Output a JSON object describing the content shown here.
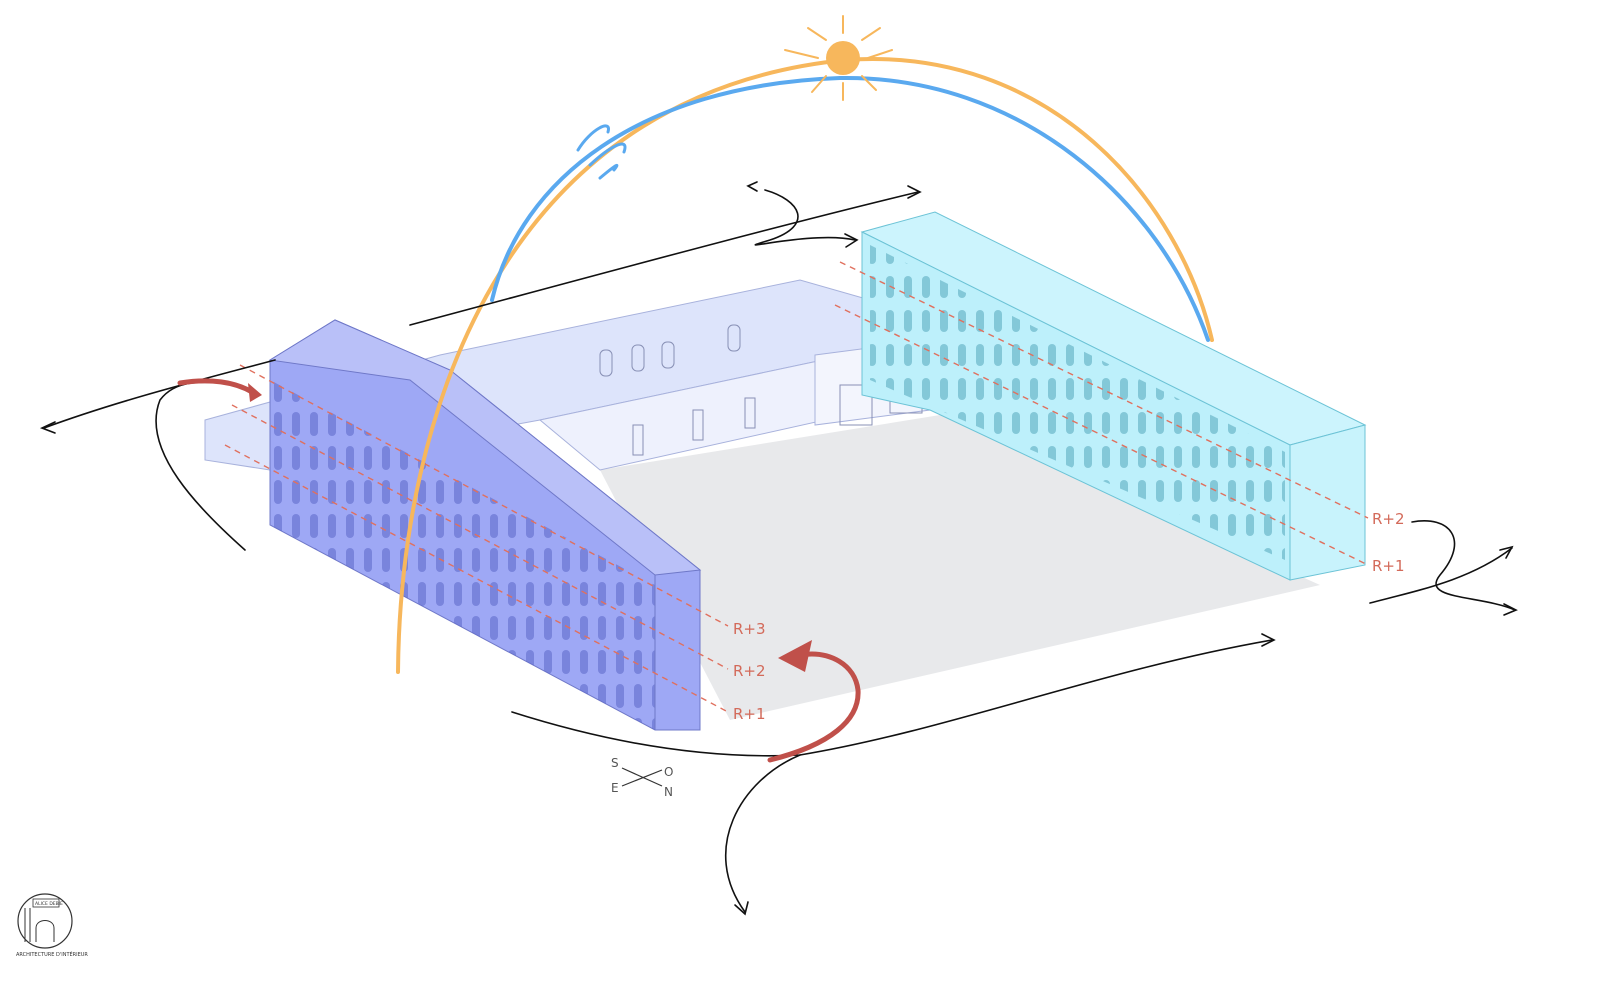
{
  "levels": {
    "left": [
      "R+3",
      "R+2",
      "R+1"
    ],
    "right": [
      "R+2",
      "R+1"
    ]
  },
  "compass": {
    "s": "S",
    "o": "O",
    "e": "E",
    "n": "N"
  },
  "logo": {
    "tag": "ALICE DEBIE",
    "caption": "ARCHITECTURE D'INTÉRIEUR"
  },
  "colors": {
    "left_building": "#9ea8f5",
    "right_building": "#bdf0fb",
    "middle_building": "#dde4fb",
    "courtyard": "#e8e9eb",
    "sun_path": "#f7b75c",
    "wind_path": "#5aa9ef",
    "level_lines": "#e0705e",
    "circulation_arrows": "#c0504a"
  }
}
